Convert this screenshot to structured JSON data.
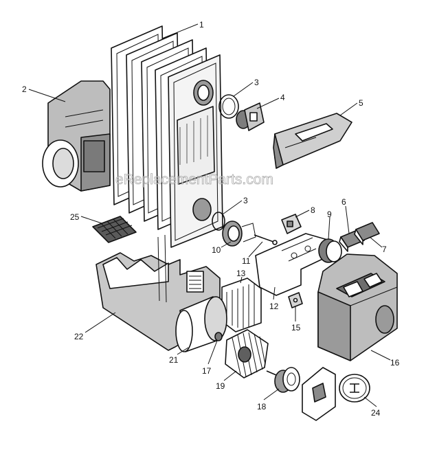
{
  "watermark": "eReplacementParts.com",
  "callouts": [
    "1",
    "2",
    "3",
    "4",
    "5",
    "3",
    "8",
    "6",
    "25",
    "9",
    "10",
    "11",
    "7",
    "13",
    "12",
    "22",
    "15",
    "16",
    "21",
    "17",
    "19",
    "18",
    "24"
  ],
  "colors": {
    "ink": "#111111",
    "shade": "#b8b8b8",
    "dark": "#6e6e6e",
    "paper": "#ffffff"
  }
}
